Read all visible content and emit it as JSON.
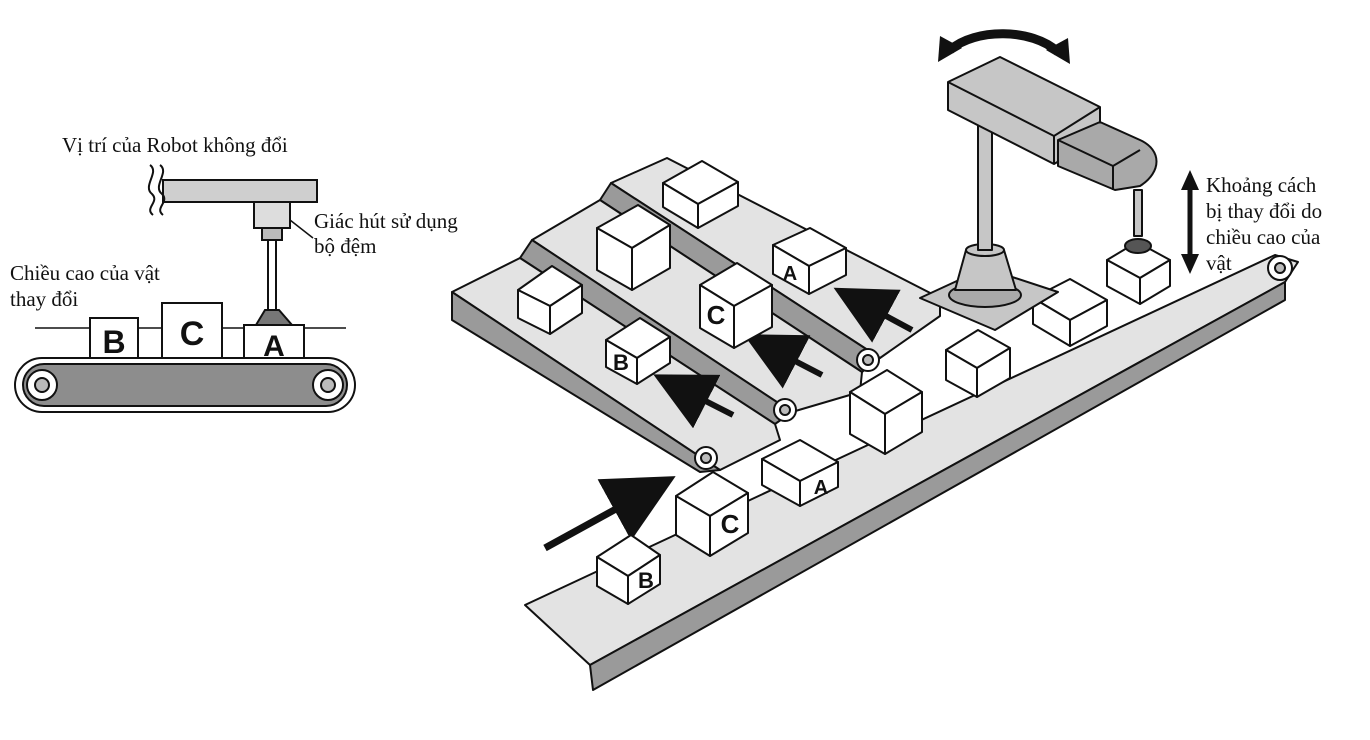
{
  "left_diagram": {
    "robot_position_label": "Vị trí của Robot không đổi",
    "suction_label_line1": "Giác hút sử dụng",
    "suction_label_line2": "bộ đệm",
    "height_label_line1": "Chiều cao của vật",
    "height_label_line2": "thay đổi",
    "boxes": [
      "B",
      "C",
      "A"
    ]
  },
  "right_diagram": {
    "distance_label_lines": [
      "Khoảng cách",
      "bị thay đổi do",
      "chiều cao của",
      "vật"
    ],
    "main_belt_boxes": [
      "B",
      "C",
      "A"
    ],
    "side_belt_boxes": [
      "B",
      "C",
      "A"
    ]
  },
  "colors": {
    "belt": "#e3e3e3",
    "rail": "#9a9a9a",
    "outline": "#111111"
  }
}
